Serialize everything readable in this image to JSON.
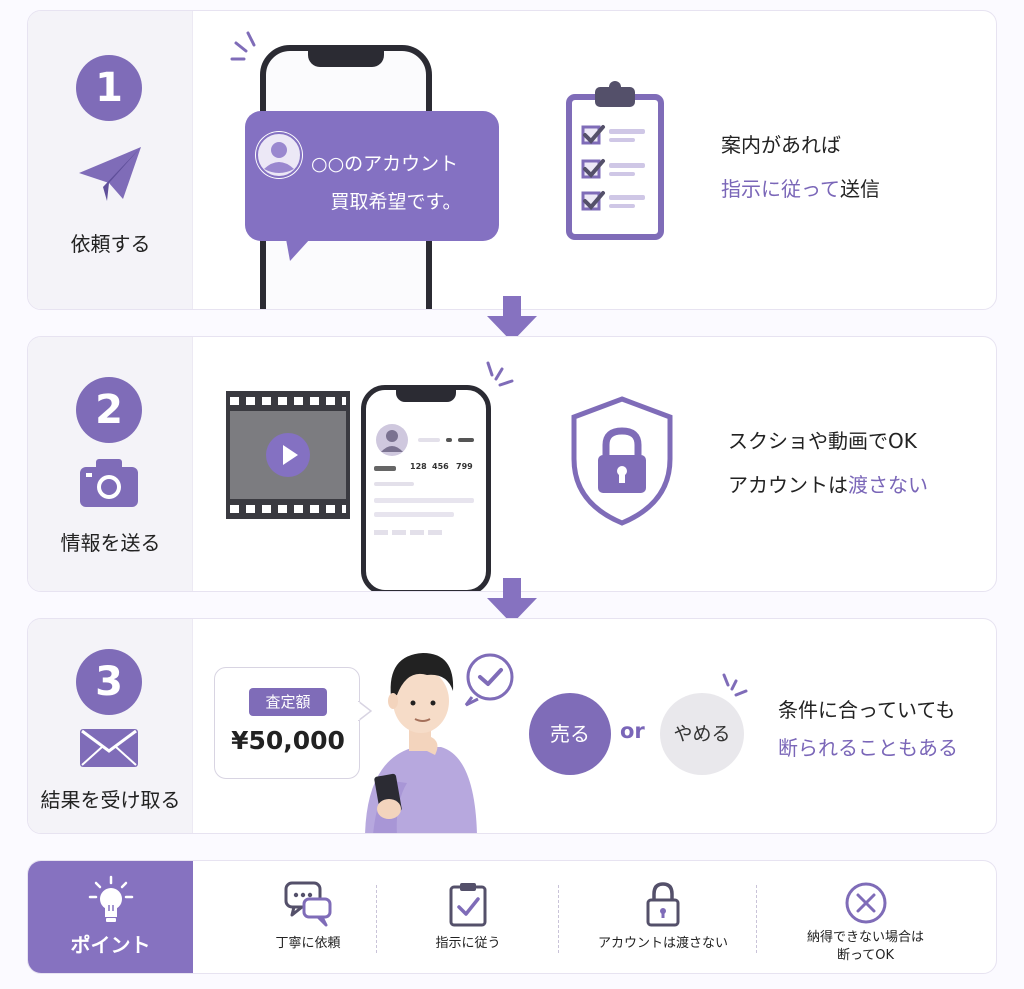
{
  "colors": {
    "accent": "#7f6cb8",
    "accent_light": "#a796d4",
    "panel": "#f4f3f8"
  },
  "steps": [
    {
      "number": "1",
      "label": "依頼する",
      "icon": "paper-plane-icon",
      "bubble_line1": "○○のアカウント",
      "bubble_line2": "買取希望です。",
      "caption_line1": "案内があれば",
      "caption_line2_highlight": "指示に従って",
      "caption_line2_rest": "送信"
    },
    {
      "number": "2",
      "label": "情報を送る",
      "icon": "camera-icon",
      "profile_stats": [
        "128",
        "456",
        "799"
      ],
      "caption_line1": "スクショや動画でOK",
      "caption_line2_rest": "アカウントは",
      "caption_line2_highlight": "渡さない"
    },
    {
      "number": "3",
      "label": "結果を受け取る",
      "icon": "envelope-icon",
      "appraisal_label": "査定額",
      "appraisal_value": "¥50,000",
      "sell_label": "売る",
      "or_label": "or",
      "cancel_label": "やめる",
      "caption_line1": "条件に合っていても",
      "caption_line2_highlight": "断られることもある"
    }
  ],
  "point": {
    "title": "ポイント",
    "items": [
      {
        "icon": "chat-bubbles-icon",
        "text": "丁寧に依頼"
      },
      {
        "icon": "clipboard-check-icon",
        "text": "指示に従う"
      },
      {
        "icon": "lock-icon",
        "text": "アカウントは渡さない"
      },
      {
        "icon": "close-circle-icon",
        "text_line1": "納得できない場合は",
        "text_line2": "断ってOK"
      }
    ]
  }
}
